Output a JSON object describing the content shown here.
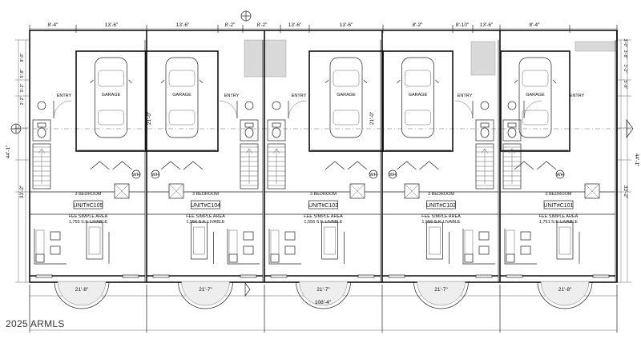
{
  "title": "",
  "watermark": "2025 ARMLS",
  "top_dimensions": [
    "8'-4\"",
    "13'-6\"",
    "13'-6\"",
    "8'-2\"",
    "8'-2\"",
    "13'-6\"",
    "13'-6\"",
    "8'-2\"",
    "8'-10\"",
    "13'-6\"",
    "8'-4\""
  ],
  "total_width": "108'-4\"",
  "side_dimensions": {
    "left_overall": "44'-1\"",
    "left_lower": "33'-2\"",
    "left_small": [
      "8'-0\"",
      "5'-8\"",
      "3'-2\"",
      "2'-2\""
    ],
    "right_overall": "44'-1\"",
    "right_lower": "33'-2\"",
    "right_small": [
      "3'-0\"",
      "3'-8\"",
      "3'-2\"",
      "5'-8\""
    ]
  },
  "rooms": {
    "garage": "GARAGE",
    "entry": "ENTRY",
    "garage_depth": "21'-0\"",
    "bedrooms": "3 BEDROOM",
    "wh": "WH"
  },
  "units": [
    {
      "unit": "UNIT#C105",
      "bedrooms": "3 BEDROOM",
      "fee": "FEE SIMPLE AREA",
      "area": "1,755 S.F. LIVABLE",
      "porch": "21'-8\""
    },
    {
      "unit": "UNIT#C104",
      "bedrooms": "3 BEDROOM",
      "fee": "FEE SIMPLE AREA",
      "area": "1,556 S.F. LIVABLE",
      "porch": "21'-7\""
    },
    {
      "unit": "UNIT#C103",
      "bedrooms": "3 BEDROOM",
      "fee": "FEE SIMPLE AREA",
      "area": "1,556 S.F. LIVABLE",
      "porch": "21'-7\""
    },
    {
      "unit": "UNIT#C102",
      "bedrooms": "3 BEDROOM",
      "fee": "FEE SIMPLE AREA",
      "area": "1,556 S.F. LIVABLE",
      "porch": "21'-7\""
    },
    {
      "unit": "UNIT#C101",
      "bedrooms": "3 BEDROOM",
      "fee": "FEE SIMPLE AREA",
      "area": "1,751 S.F. LIVABLE",
      "porch": "21'-8\""
    }
  ]
}
